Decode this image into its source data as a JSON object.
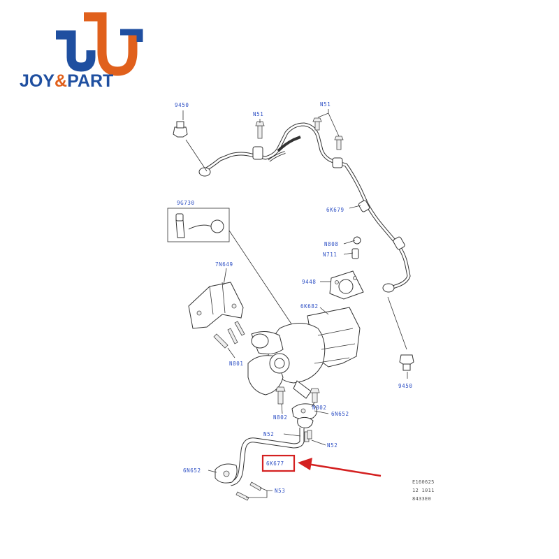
{
  "brand": {
    "name_part1": "JOY",
    "ampersand": "&",
    "name_part2": "PART",
    "primary_color": "#1f4fa0",
    "accent_color": "#e0601c"
  },
  "diagram": {
    "callout_color": "#2d4fc4",
    "highlight_color": "#d42020",
    "labels": {
      "l9450_top": "9450",
      "n51_top": "N51",
      "n51_right": "N51",
      "c9g730": "9G730",
      "c6k679": "6K679",
      "n808": "N808",
      "n711": "N711",
      "c7n649": "7N649",
      "c9448": "9448",
      "c6k682": "6K682",
      "n801": "N801",
      "l9450_bottom": "9450",
      "n802a": "N802",
      "n802b": "N802",
      "c6n652_right": "6N652",
      "n52a": "N52",
      "n52b": "N52",
      "c6k677": "6K677",
      "c6n652_left": "6N652",
      "n53": "N53"
    },
    "ref_block": [
      "E160625",
      "12 1011",
      "8433E0"
    ]
  }
}
